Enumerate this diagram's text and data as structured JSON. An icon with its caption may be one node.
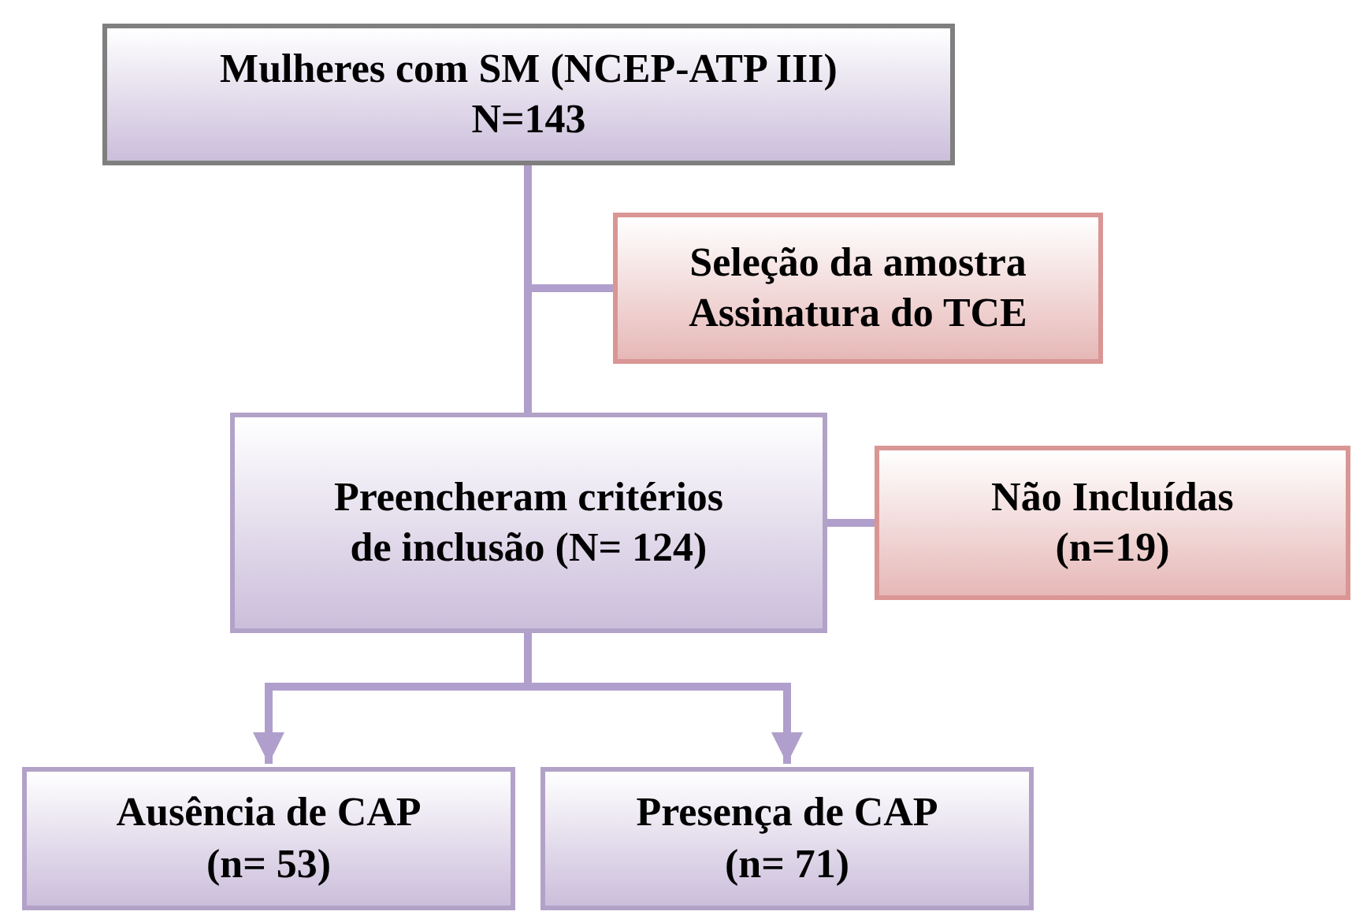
{
  "diagram": {
    "nodes": [
      {
        "text": [
          "Mulheres com SM (NCEP-ATP III) N=143"
        ]
      },
      {
        "text": [
          "Seleção da amostra Assinatura do TCE"
        ]
      },
      {
        "text": [
          "Preencheram critérios de inclusão (N= 124)"
        ]
      },
      {
        "text": [
          "Não Incluídas (n=19)"
        ]
      },
      {
        "text": [
          "Ausência de CAP (n= 53)"
        ]
      },
      {
        "text": [
          "Presença de CAP (n= 71)"
        ]
      }
    ],
    "edges": [
      {
        "from": 0,
        "to": 2,
        "arrow": "none"
      },
      {
        "from": 1,
        "to": 2,
        "arrow": "none"
      },
      {
        "from": 2,
        "to": 3,
        "arrow": "none"
      },
      {
        "from": 2,
        "to": 4,
        "arrow": "to"
      },
      {
        "from": 2,
        "to": 5,
        "arrow": "to"
      }
    ]
  }
}
